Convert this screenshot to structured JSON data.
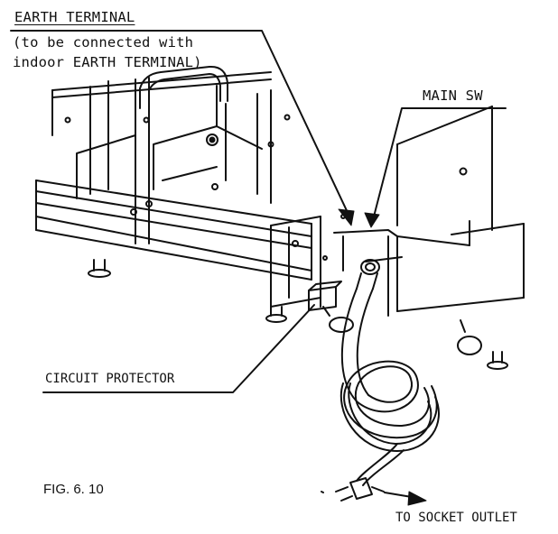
{
  "labels": {
    "earth_terminal": {
      "title": "EARTH TERMINAL",
      "note_line1": "(to be connected with",
      "note_line2": "indoor EARTH TERMINAL)"
    },
    "main_sw": "MAIN SW",
    "circuit_protector": "CIRCUIT PROTECTOR",
    "socket_outlet": "TO SOCKET OUTLET",
    "figure_number": "FIG. 6. 10"
  },
  "colors": {
    "ink": "#111111",
    "background": "#ffffff"
  }
}
